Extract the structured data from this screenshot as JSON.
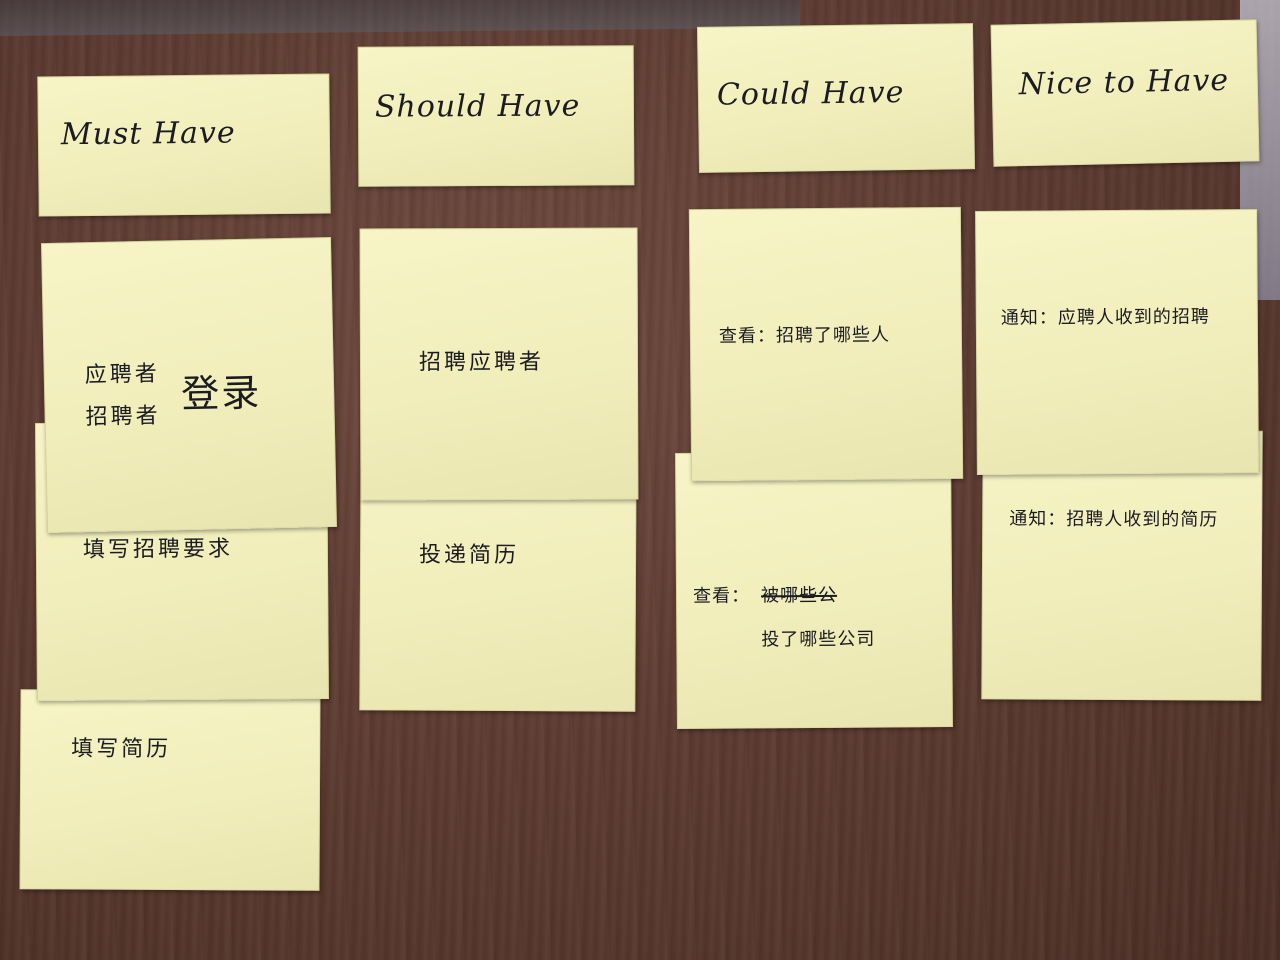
{
  "columns": [
    {
      "header": "Must Have",
      "notes": [
        {
          "line1": "应聘者",
          "line2": "招聘者",
          "side": "登录"
        },
        {
          "text": "填写招聘要求"
        },
        {
          "text": "填写简历"
        }
      ]
    },
    {
      "header": "Should Have",
      "notes": [
        {
          "text": "招聘应聘者"
        },
        {
          "text": "投递简历"
        }
      ]
    },
    {
      "header": "Could Have",
      "notes": [
        {
          "text": "查看：招聘了哪些人"
        },
        {
          "prefix": "查看：",
          "crossed": "被哪些公",
          "line2": "投了哪些公司"
        }
      ]
    },
    {
      "header": "Nice to Have",
      "notes": [
        {
          "text": "通知：应聘人收到的招聘"
        },
        {
          "text": "通知：招聘人收到的简历"
        }
      ]
    }
  ]
}
